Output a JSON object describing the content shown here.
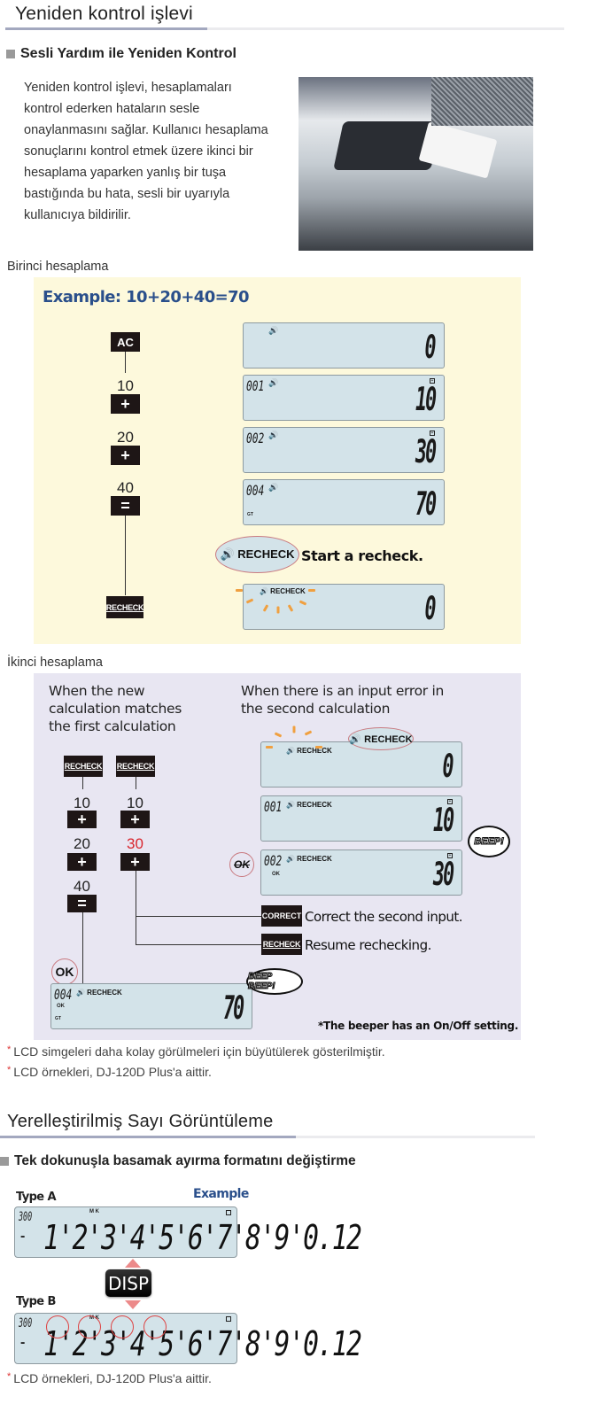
{
  "section1": {
    "title": "Yeniden kontrol işlevi",
    "subtitle": "Sesli Yardım ile Yeniden Kontrol",
    "paragraph_lines": [
      "Yeniden kontrol işlevi, hesaplamaları",
      "kontrol ederken hataların sesle",
      "onaylanmasını sağlar. Kullanıcı hesaplama",
      "sonuçlarını kontrol etmek üzere ikinci bir",
      "hesaplama yaparken yanlış bir tuşa",
      "bastığında bu hata, sesli bir uyarıyla",
      "kullanıcıya bildirilir."
    ],
    "photo_alt": "calculator-in-use-photo"
  },
  "first_calc": {
    "caption": "Birinci hesaplama",
    "example_title": "Example: 10+20+40=70",
    "keys": {
      "ac": "AC",
      "plus": "+",
      "equals": "=",
      "recheck": "RECHECK"
    },
    "inputs": [
      "10",
      "20",
      "40"
    ],
    "displays": [
      {
        "counter": "",
        "value": "0",
        "speaker": "🔊",
        "sign": ""
      },
      {
        "counter": "001",
        "value": "10",
        "speaker": "🔊",
        "sign": "+"
      },
      {
        "counter": "002",
        "value": "30",
        "speaker": "🔊",
        "sign": "+"
      },
      {
        "counter": "004",
        "value": "70",
        "speaker": "🔊",
        "sign": "=",
        "gt": "GT"
      },
      {
        "counter": "",
        "value": "0",
        "speaker": "🔊 RECHECK",
        "sign": ""
      }
    ],
    "bubble": "🔊 RECHECK",
    "bubble_caption": "Start a recheck."
  },
  "second_calc": {
    "caption": "İkinci hesaplama",
    "left_title_lines": [
      "When  the  new",
      "calculation matches",
      "the  first  calculation"
    ],
    "right_title_lines": [
      "When there is an input error in",
      "the second calculation"
    ],
    "left_col": {
      "recheck": "RECHECK",
      "inputs": [
        "10",
        "20",
        "40"
      ],
      "ops": [
        "+",
        "+",
        "="
      ]
    },
    "right_col": {
      "recheck": "RECHECK",
      "inputs": [
        "10",
        "30"
      ],
      "ops": [
        "+",
        "+"
      ],
      "error_color": "#d9262e"
    },
    "displays": [
      {
        "counter": "",
        "value": "0",
        "label": "🔊 RECHECK"
      },
      {
        "counter": "001",
        "value": "10",
        "label": "🔊 RECHECK",
        "sign": "+"
      },
      {
        "counter": "002",
        "value": "30",
        "label": "🔊 RECHECK",
        "sign": "+",
        "ok": "OK"
      }
    ],
    "bubble": "🔊 RECHECK",
    "beep": "BEEP!",
    "beep_beep": "BEEP BEEP!",
    "ok_struck": "OK",
    "ok_label": "OK",
    "actions": [
      {
        "key": "CORRECT",
        "text": "Correct the second input."
      },
      {
        "key": "RECHECK",
        "text": "Resume rechecking."
      }
    ],
    "final_display": {
      "counter": "004",
      "value": "70",
      "label": "🔊 RECHECK",
      "ok": "OK",
      "gt": "GT"
    },
    "footnote": "*The beeper has an On/Off setting."
  },
  "notes1": [
    "LCD simgeleri daha kolay görülmeleri için büyütülerek gösterilmiştir.",
    "LCD örnekleri, DJ-120D Plus'a aittir."
  ],
  "section2": {
    "title": "Yerelleştirilmiş Sayı Görüntüleme",
    "subtitle": "Tek dokunuşla basamak ayırma formatını değiştirme",
    "type_a": "Type A",
    "type_b": "Type B",
    "example": "Example",
    "counter": "300",
    "mk": "M K",
    "digits_a": "1'2'3'4'5'6'7'8'9'0.12",
    "digits_b": "1'2'3'4'5'6'7'8'9'0.12",
    "disp_key": "DISP",
    "note": "LCD örnekleri, DJ-120D Plus'a aittir."
  }
}
